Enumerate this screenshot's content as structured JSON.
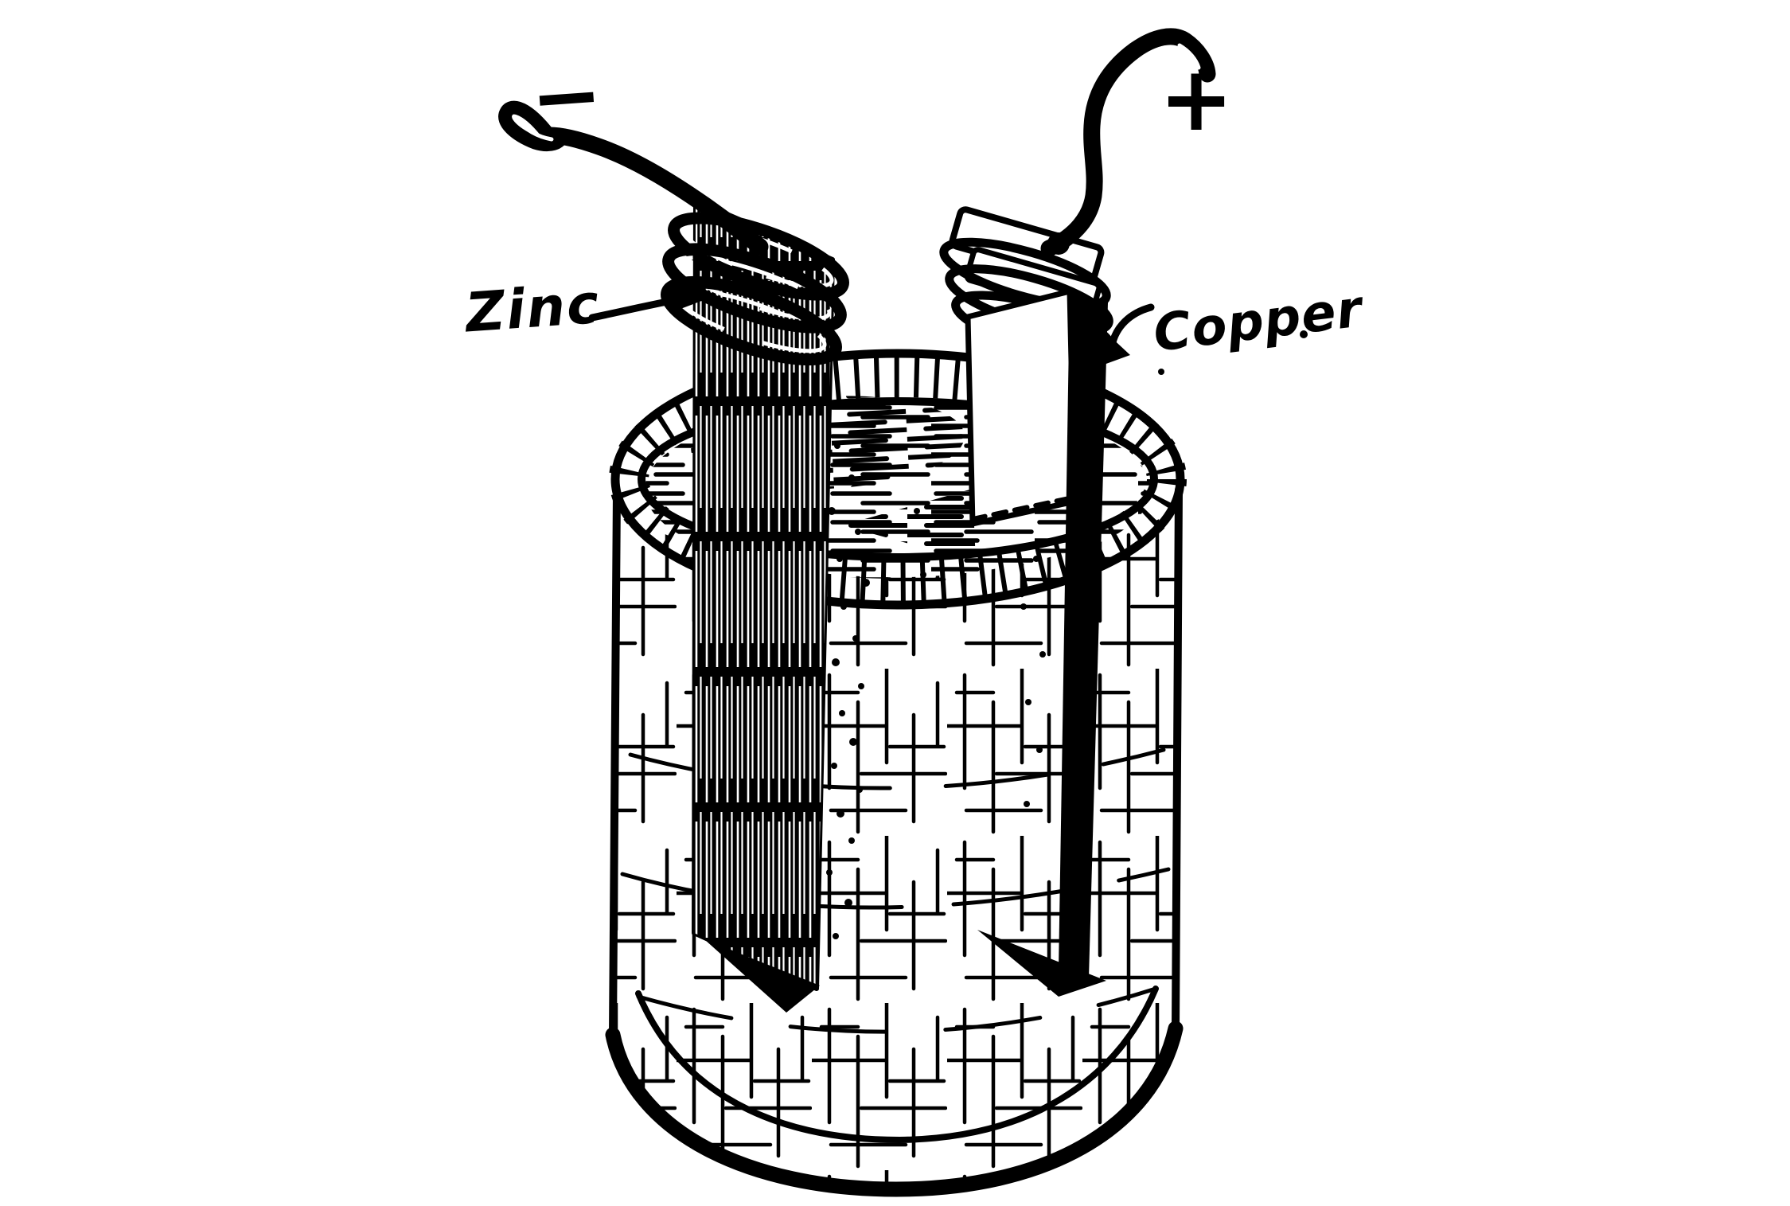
{
  "diagram": {
    "kind": "hand-drawn ink illustration of a simple voltaic cell jar",
    "labels": {
      "left_electrode": "Zinc",
      "right_electrode": "Copper"
    },
    "terminals": {
      "negative": "−",
      "positive": "+"
    },
    "colors": {
      "ink": "#000000",
      "paper": "#ffffff"
    }
  }
}
